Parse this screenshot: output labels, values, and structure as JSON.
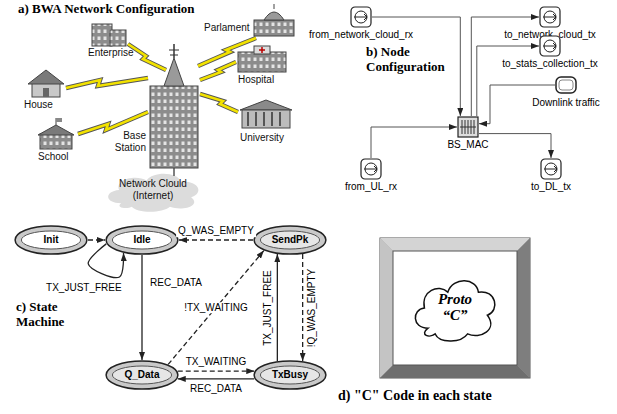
{
  "diagram": {
    "nodes": [
      {
        "text": [
          "from_network_cloud_rx"
        ]
      },
      {
        "text": [
          "to_network_cloud_tx"
        ]
      },
      {
        "text": [
          "to_stats_collection_tx"
        ]
      },
      {
        "text": [
          "Downlink traffic"
        ]
      },
      {
        "text": [
          "BS_MAC"
        ]
      },
      {
        "text": [
          "from_UL_rx"
        ]
      },
      {
        "text": [
          "to_DL_tx"
        ]
      },
      {
        "text": [
          "Init"
        ]
      },
      {
        "text": [
          "Idle"
        ]
      },
      {
        "text": [
          "SendPk"
        ]
      },
      {
        "text": [
          "Q_Data"
        ]
      },
      {
        "text": [
          "TxBusy"
        ]
      },
      {
        "text": [
          "Proto “C”"
        ]
      }
    ],
    "edges": [
      {
        "from": 0,
        "to": 4,
        "arrow": "to"
      },
      {
        "from": 4,
        "to": 1,
        "arrow": "to"
      },
      {
        "from": 4,
        "to": 2,
        "arrow": "to"
      },
      {
        "from": 3,
        "to": 4,
        "arrow": "to"
      },
      {
        "from": 4,
        "to": 6,
        "arrow": "to"
      },
      {
        "from": 5,
        "to": 4,
        "arrow": "to"
      },
      {
        "from": 7,
        "to": 8,
        "arrow": "to"
      },
      {
        "from": 9,
        "to": 8,
        "label": "Q_WAS_EMPTY",
        "arrow": "to"
      },
      {
        "from": 8,
        "to": 8,
        "label": "TX_JUST_FREE",
        "arrow": "to"
      },
      {
        "from": 8,
        "to": 10,
        "label": "REC_DATA",
        "arrow": "to"
      },
      {
        "from": 10,
        "to": 9,
        "label": "!TX_WAITING",
        "arrow": "to"
      },
      {
        "from": 10,
        "to": 11,
        "label": "TX_WAITING",
        "arrow": "to"
      },
      {
        "from": 11,
        "to": 10,
        "label": "REC_DATA",
        "arrow": "to"
      },
      {
        "from": 9,
        "to": 11,
        "label": "!Q_WAS_EMPTY",
        "arrow": "to"
      },
      {
        "from": 11,
        "to": 9,
        "label": "TX_JUST_FREE",
        "arrow": "to"
      }
    ],
    "labels": [
      "a) BWA Network Configuration",
      "Enterprise",
      "Parlament",
      "House",
      "Hospital",
      "School",
      "University",
      "Base Station",
      "Network Clould (Internet)",
      "b) Node Configuration",
      "c) State Machine",
      "d) \"C\" Code in each state"
    ]
  }
}
